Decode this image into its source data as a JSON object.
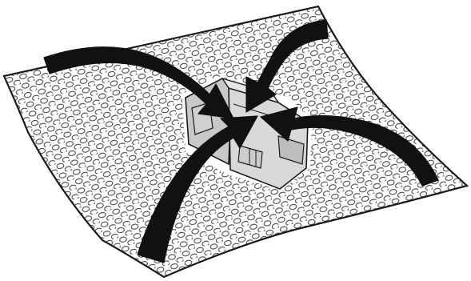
{
  "illustration": {
    "subject": "wrapping-cartridge-in-bubble-wrap",
    "colors": {
      "background": "#ffffff",
      "outline": "#1a1a1a",
      "bubble_stroke": "#333333",
      "sheet_fill": "#ffffff",
      "cartridge_fill": "#d9d9d9",
      "cartridge_shade": "#c4c4c4",
      "cartridge_dark": "#b0b0b0",
      "arrow_fill": "#111111"
    },
    "arrows": [
      {
        "name": "arrow-from-top-left",
        "direction": "inward"
      },
      {
        "name": "arrow-from-top-right",
        "direction": "inward"
      },
      {
        "name": "arrow-from-right",
        "direction": "inward"
      },
      {
        "name": "arrow-from-bottom-left",
        "direction": "inward"
      }
    ]
  }
}
